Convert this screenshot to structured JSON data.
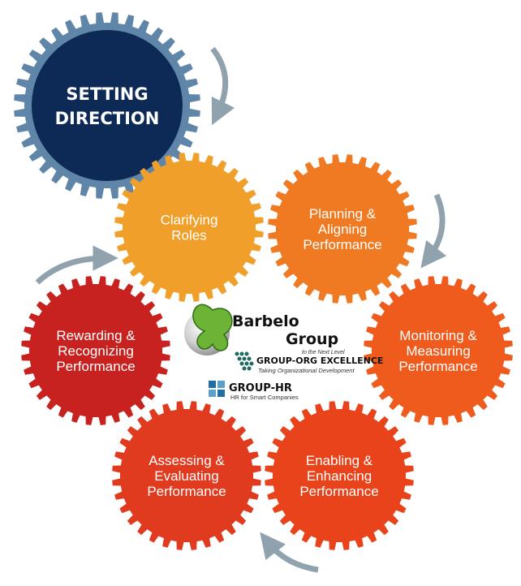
{
  "gears": [
    {
      "id": "setting-direction",
      "lines": [
        "SETTING",
        "DIRECTION"
      ],
      "color": "#0d2a57",
      "teeth_color": "#5f86a8",
      "bold": true
    },
    {
      "id": "clarifying-roles",
      "lines": [
        "Clarifying",
        "Roles"
      ],
      "color": "#f0a02a",
      "bold": false
    },
    {
      "id": "planning-aligning",
      "lines": [
        "Planning &",
        "Aligning",
        "Performance"
      ],
      "color": "#f07a22",
      "bold": false
    },
    {
      "id": "monitoring-measuring",
      "lines": [
        "Monitoring &",
        "Measuring",
        "Performance"
      ],
      "color": "#ee5b1c",
      "bold": false
    },
    {
      "id": "enabling-enhancing",
      "lines": [
        "Enabling &",
        "Enhancing",
        "Performance"
      ],
      "color": "#e8431a",
      "bold": false
    },
    {
      "id": "assessing-evaluating",
      "lines": [
        "Assessing &",
        "Evaluating",
        "Performance"
      ],
      "color": "#e03a1f",
      "bold": false
    },
    {
      "id": "rewarding-recognizing",
      "lines": [
        "Rewarding &",
        "Recognizing",
        "Performance"
      ],
      "color": "#c7221f",
      "bold": false
    }
  ],
  "logos": {
    "barbelo_line1": "Barbelo",
    "barbelo_line2": "Group",
    "orgex_name": "GROUP-ORG EXCELLENCE",
    "orgex_top": "to the Next Level",
    "orgex_tagline": "Taking Organizational Development",
    "hr_name": "GROUP-HR",
    "hr_tagline": "HR for Smart Companies"
  },
  "arrow_color": "#8fa2ad"
}
